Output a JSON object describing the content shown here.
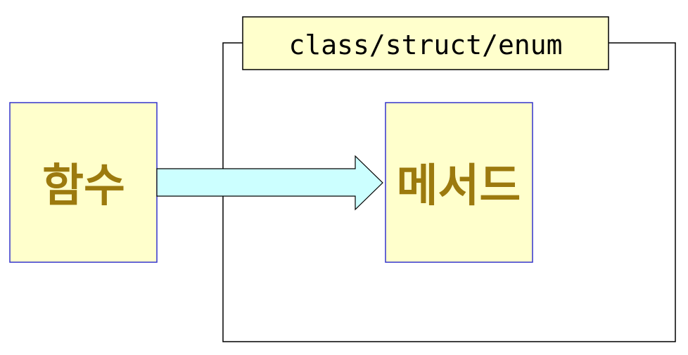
{
  "diagram": {
    "function_box": {
      "label": "함수"
    },
    "method_box": {
      "label": "메서드"
    },
    "container": {
      "label": "class/struct/enum"
    },
    "colors": {
      "box_fill": "#FFFFCC",
      "box_border": "#3333CC",
      "korean_text": "#9C7A0E",
      "label_text": "#000000",
      "container_border": "#000000",
      "arrow_fill": "#CCFFFF",
      "arrow_stroke": "#000000"
    }
  }
}
